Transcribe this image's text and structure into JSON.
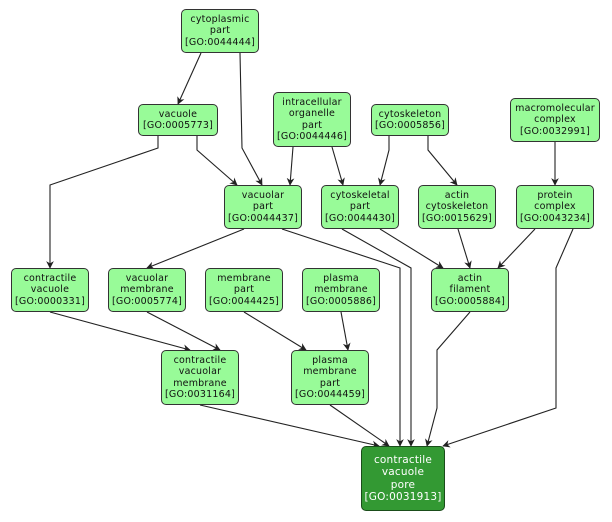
{
  "diagram": {
    "colors": {
      "node_fill": "#98fb98",
      "focus_fill": "#339933",
      "edge": "#222222"
    },
    "nodes": [
      {
        "id": "GO:0044444",
        "lines": [
          "cytoplasmic",
          "part",
          "[GO:0044444]"
        ]
      },
      {
        "id": "GO:0005773",
        "lines": [
          "vacuole",
          "[GO:0005773]"
        ]
      },
      {
        "id": "GO:0044446",
        "lines": [
          "intracellular",
          "organelle",
          "part",
          "[GO:0044446]"
        ]
      },
      {
        "id": "GO:0005856",
        "lines": [
          "cytoskeleton",
          "[GO:0005856]"
        ]
      },
      {
        "id": "GO:0032991",
        "lines": [
          "macromolecular",
          "complex",
          "[GO:0032991]"
        ]
      },
      {
        "id": "GO:0044437",
        "lines": [
          "vacuolar",
          "part",
          "[GO:0044437]"
        ]
      },
      {
        "id": "GO:0044430",
        "lines": [
          "cytoskeletal",
          "part",
          "[GO:0044430]"
        ]
      },
      {
        "id": "GO:0015629",
        "lines": [
          "actin",
          "cytoskeleton",
          "[GO:0015629]"
        ]
      },
      {
        "id": "GO:0043234",
        "lines": [
          "protein",
          "complex",
          "[GO:0043234]"
        ]
      },
      {
        "id": "GO:0000331",
        "lines": [
          "contractile",
          "vacuole",
          "[GO:0000331]"
        ]
      },
      {
        "id": "GO:0005774",
        "lines": [
          "vacuolar",
          "membrane",
          "[GO:0005774]"
        ]
      },
      {
        "id": "GO:0044425",
        "lines": [
          "membrane",
          "part",
          "[GO:0044425]"
        ]
      },
      {
        "id": "GO:0005886",
        "lines": [
          "plasma",
          "membrane",
          "[GO:0005886]"
        ]
      },
      {
        "id": "GO:0005884",
        "lines": [
          "actin",
          "filament",
          "[GO:0005884]"
        ]
      },
      {
        "id": "GO:0031164",
        "lines": [
          "contractile",
          "vacuolar",
          "membrane",
          "[GO:0031164]"
        ]
      },
      {
        "id": "GO:0044459",
        "lines": [
          "plasma",
          "membrane",
          "part",
          "[GO:0044459]"
        ]
      },
      {
        "id": "GO:0031913",
        "lines": [
          "contractile",
          "vacuole",
          "pore",
          "[GO:0031913]"
        ],
        "focus": true
      }
    ],
    "edges": [
      {
        "from": "GO:0044444",
        "to": "GO:0005773"
      },
      {
        "from": "GO:0044444",
        "to": "GO:0044437"
      },
      {
        "from": "GO:0005773",
        "to": "GO:0044437"
      },
      {
        "from": "GO:0005773",
        "to": "GO:0000331"
      },
      {
        "from": "GO:0044446",
        "to": "GO:0044437"
      },
      {
        "from": "GO:0044446",
        "to": "GO:0044430"
      },
      {
        "from": "GO:0005856",
        "to": "GO:0044430"
      },
      {
        "from": "GO:0005856",
        "to": "GO:0015629"
      },
      {
        "from": "GO:0032991",
        "to": "GO:0043234"
      },
      {
        "from": "GO:0044437",
        "to": "GO:0005774"
      },
      {
        "from": "GO:0044437",
        "to": "GO:0031913"
      },
      {
        "from": "GO:0044430",
        "to": "GO:0005884"
      },
      {
        "from": "GO:0044430",
        "to": "GO:0031913"
      },
      {
        "from": "GO:0015629",
        "to": "GO:0005884"
      },
      {
        "from": "GO:0043234",
        "to": "GO:0005884"
      },
      {
        "from": "GO:0043234",
        "to": "GO:0031913"
      },
      {
        "from": "GO:0000331",
        "to": "GO:0031164"
      },
      {
        "from": "GO:0005774",
        "to": "GO:0031164"
      },
      {
        "from": "GO:0044425",
        "to": "GO:0044459"
      },
      {
        "from": "GO:0005886",
        "to": "GO:0044459"
      },
      {
        "from": "GO:0005884",
        "to": "GO:0031913"
      },
      {
        "from": "GO:0031164",
        "to": "GO:0031913"
      },
      {
        "from": "GO:0044459",
        "to": "GO:0031913"
      }
    ]
  }
}
